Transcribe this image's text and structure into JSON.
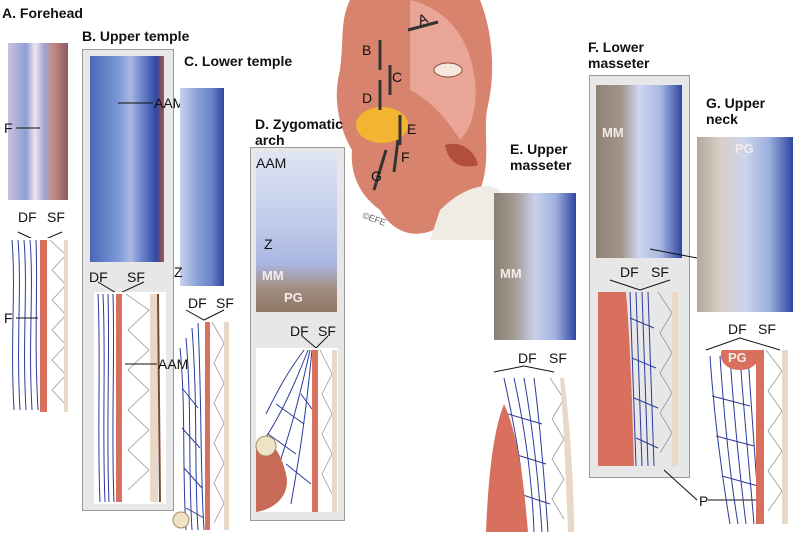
{
  "panels": {
    "a": {
      "title": "A. Forehead"
    },
    "b": {
      "title": "B. Upper temple"
    },
    "c": {
      "title": "C. Lower temple"
    },
    "d": {
      "title_line1": "D. Zygomatic",
      "title_line2": "arch"
    },
    "e": {
      "title_line1": "E. Upper",
      "title_line2": "masseter"
    },
    "f": {
      "title_line1": "F. Lower",
      "title_line2": "masseter"
    },
    "g": {
      "title_line1": "G. Upper",
      "title_line2": "neck"
    }
  },
  "labels": {
    "df": "DF",
    "sf": "SF",
    "f": "F",
    "aam": "AAM",
    "z": "Z",
    "mm": "MM",
    "pg": "PG",
    "p": "P"
  },
  "face_markers": [
    "A",
    "B",
    "C",
    "D",
    "E",
    "F",
    "G"
  ],
  "copyright": "©EFE",
  "colors": {
    "fascia_blue": "#2b3a9c",
    "muscle_red": "#d9705e",
    "tissue_tan": "#e9d7c8",
    "panel_bg": "#e7e7e7",
    "histology_blue": "#6e86c8"
  }
}
